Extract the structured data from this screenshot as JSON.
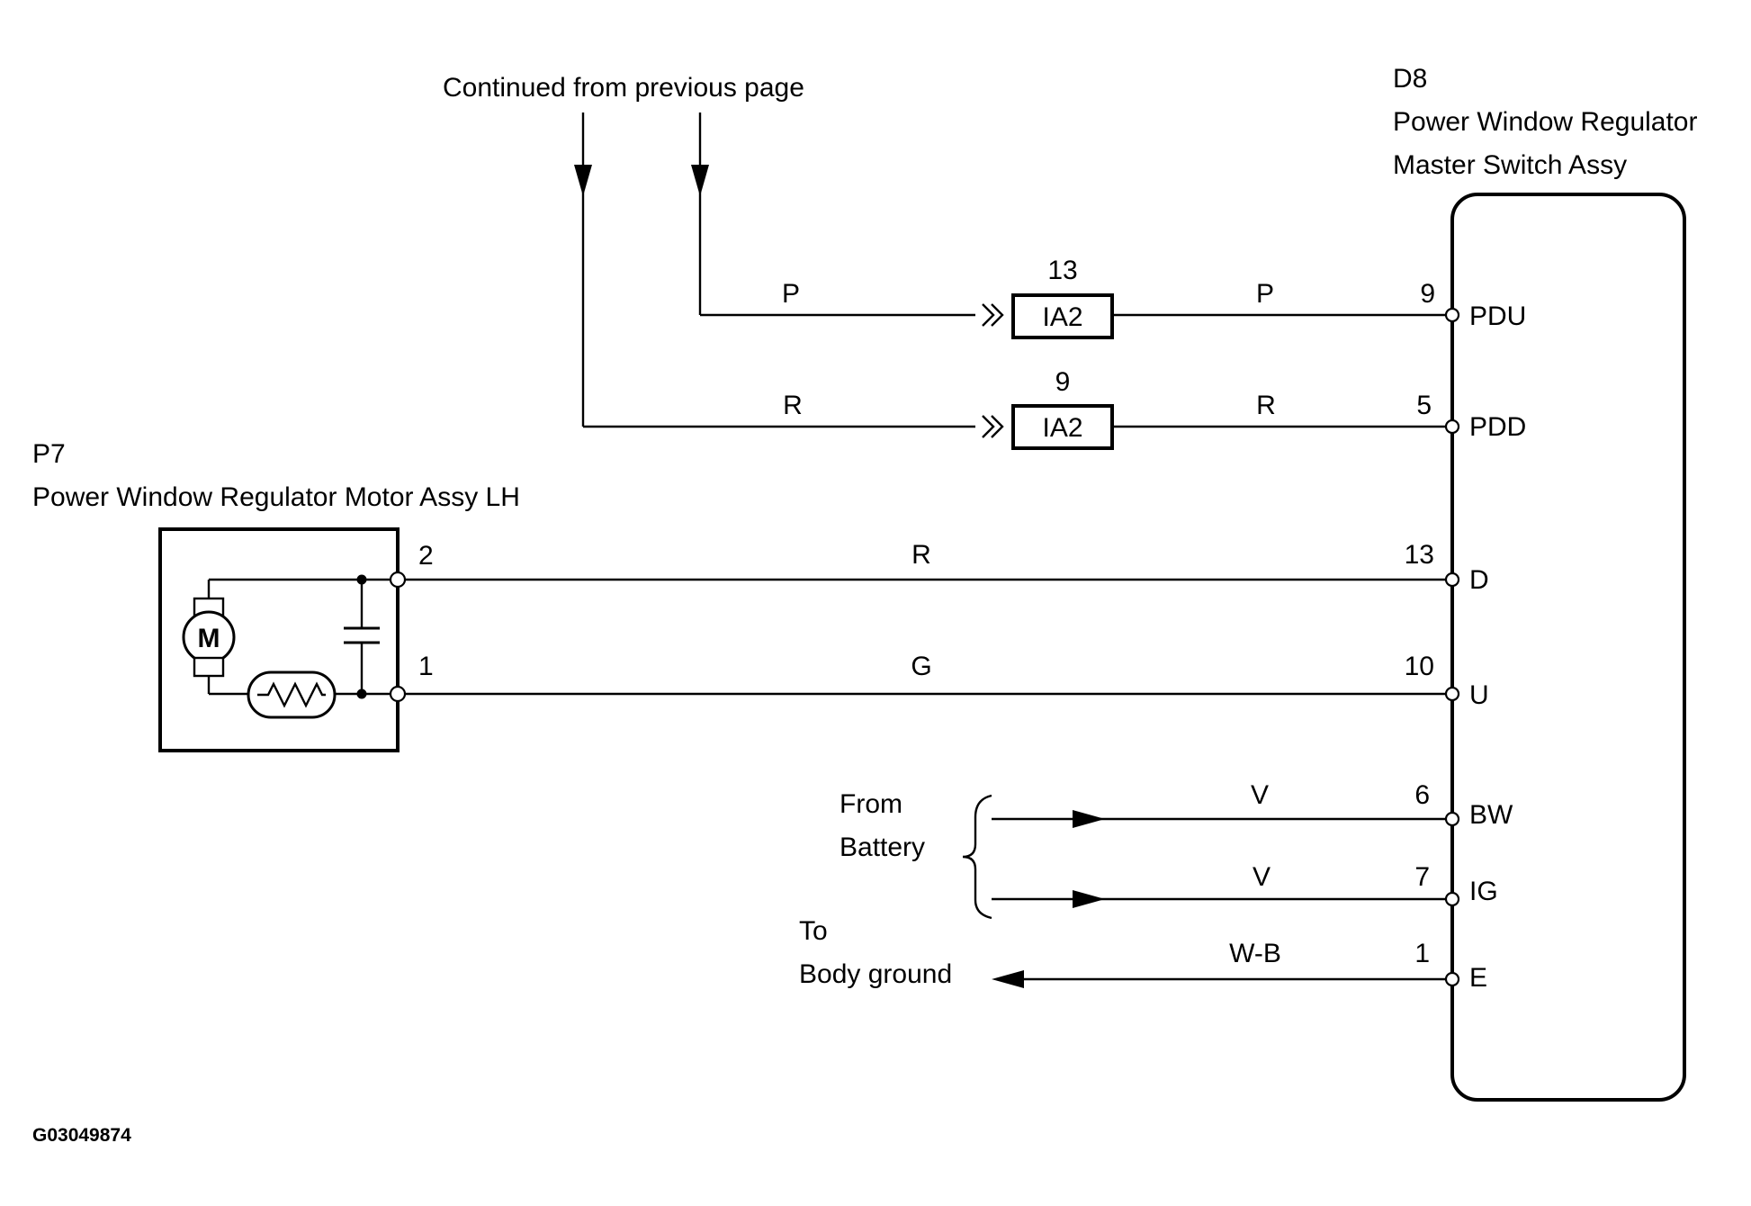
{
  "continued_label": "Continued from previous page",
  "master_switch": {
    "code": "D8",
    "name_line1": "Power Window Regulator",
    "name_line2": "Master Switch Assy",
    "terminals": [
      {
        "pin": "9",
        "name": "PDU"
      },
      {
        "pin": "5",
        "name": "PDD"
      },
      {
        "pin": "13",
        "name": "D"
      },
      {
        "pin": "10",
        "name": "U"
      },
      {
        "pin": "6",
        "name": "BW"
      },
      {
        "pin": "7",
        "name": "IG"
      },
      {
        "pin": "1",
        "name": "E"
      }
    ]
  },
  "motor": {
    "code": "P7",
    "name": "Power Window Regulator Motor Assy LH",
    "symbol": "M",
    "pins": [
      "2",
      "1"
    ]
  },
  "connectors": [
    {
      "name": "IA2",
      "pin": "13"
    },
    {
      "name": "IA2",
      "pin": "9"
    }
  ],
  "wire_colors": {
    "pdu_left": "P",
    "pdu_right": "P",
    "pdd_left": "R",
    "pdd_right": "R",
    "d": "R",
    "u": "G",
    "bw": "V",
    "ig": "V",
    "e": "W-B"
  },
  "from_battery": {
    "line1": "From",
    "line2": "Battery"
  },
  "to_ground": {
    "line1": "To",
    "line2": "Body ground"
  },
  "figure_code": "G03049874"
}
